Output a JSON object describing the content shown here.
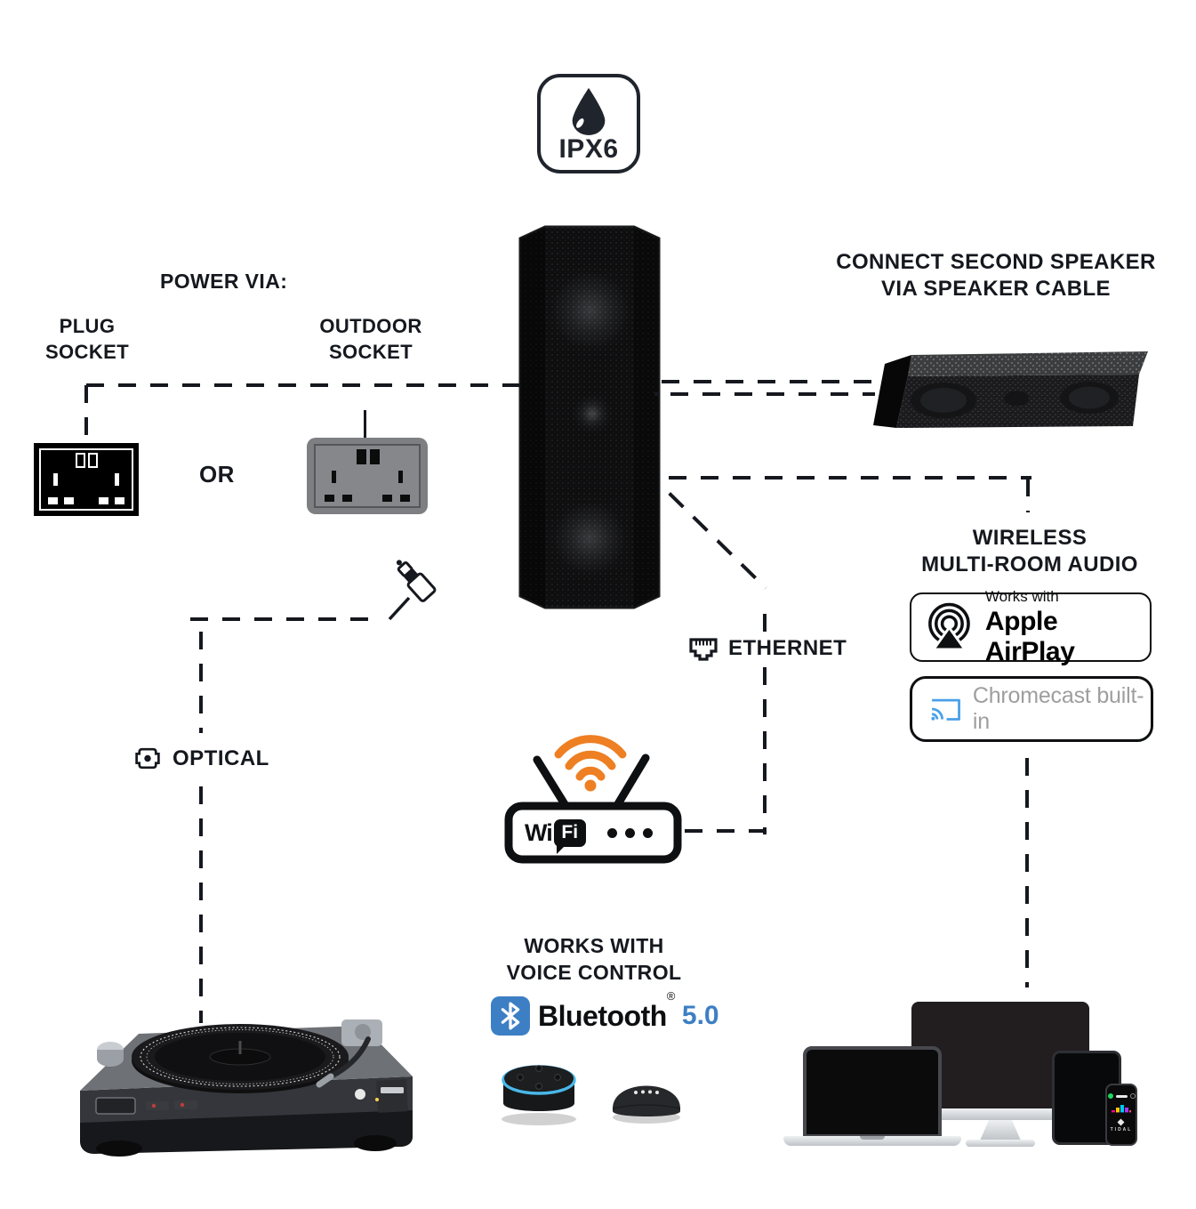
{
  "ipx6": {
    "label": "IPX6",
    "icon": "water-drop-icon"
  },
  "power": {
    "title": "POWER VIA:",
    "plug": [
      "PLUG",
      "SOCKET"
    ],
    "outdoor": [
      "OUTDOOR",
      "SOCKET"
    ],
    "or": "OR"
  },
  "second_speaker": {
    "title": [
      "CONNECT SECOND SPEAKER",
      "VIA SPEAKER CABLE"
    ]
  },
  "wireless": {
    "title": [
      "WIRELESS",
      "MULTI-ROOM AUDIO"
    ],
    "airplay_badge": {
      "line1": "Works with",
      "line2": "Apple AirPlay",
      "icon": "airplay-icon"
    },
    "chromecast_badge": {
      "label": "Chromecast built-in",
      "icon": "cast-icon"
    }
  },
  "connections": {
    "ethernet": {
      "label": "ETHERNET",
      "icon": "ethernet-port-icon"
    },
    "optical": {
      "label": "OPTICAL",
      "icon": "optical-port-icon"
    }
  },
  "router": {
    "wi": "Wi",
    "fi": "Fi",
    "signal_icon": "wifi-signal-icon"
  },
  "voice": {
    "title": [
      "WORKS WITH",
      "VOICE CONTROL"
    ],
    "bluetooth": {
      "word": "Bluetooth",
      "registered": "®",
      "version": "5.0",
      "icon": "bluetooth-icon"
    },
    "assistants": [
      "amazon-echo-dot",
      "google-home-mini"
    ]
  },
  "phone_apps": [
    "Spotify",
    "Deezer",
    "TIDAL"
  ],
  "graphics": [
    "main-speaker",
    "second-speaker",
    "turntable",
    "laptop",
    "desktop-monitor",
    "tablet",
    "smartphone",
    "plug-socket",
    "outdoor-socket",
    "wifi-router"
  ],
  "colors": {
    "ink": "#15181E",
    "background": "#FFFFFF",
    "wifi_orange": "#EE7F22",
    "bluetooth_blue": "#3D7FC4",
    "chromecast_blue": "#4AA0E8",
    "chromecast_gray": "#9E9E9E",
    "echo_ring_blue": "#49B8E8"
  }
}
